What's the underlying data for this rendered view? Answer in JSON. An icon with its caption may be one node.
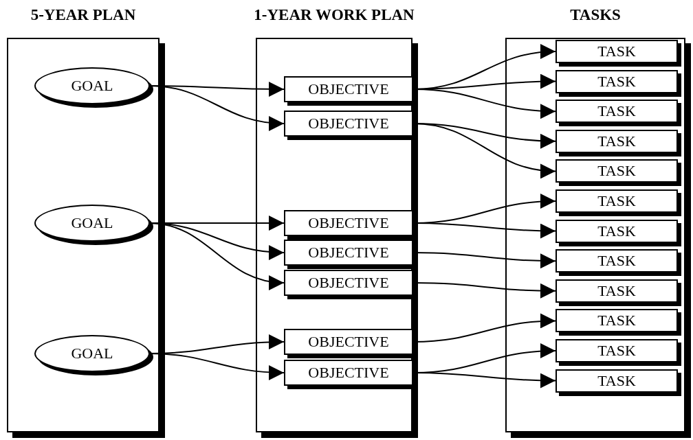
{
  "diagram": {
    "nodes": [
      {
        "text": [
          "5-YEAR PLAN"
        ]
      },
      {
        "text": [
          "GOAL"
        ],
        "in": 0
      },
      {
        "text": [
          "GOAL"
        ],
        "in": 0
      },
      {
        "text": [
          "GOAL"
        ],
        "in": 0
      },
      {
        "text": [
          "1-YEAR WORK PLAN"
        ]
      },
      {
        "text": [
          "OBJECTIVE"
        ],
        "in": 4
      },
      {
        "text": [
          "OBJECTIVE"
        ],
        "in": 4
      },
      {
        "text": [
          "OBJECTIVE"
        ],
        "in": 4
      },
      {
        "text": [
          "OBJECTIVE"
        ],
        "in": 4
      },
      {
        "text": [
          "OBJECTIVE"
        ],
        "in": 4
      },
      {
        "text": [
          "OBJECTIVE"
        ],
        "in": 4
      },
      {
        "text": [
          "OBJECTIVE"
        ],
        "in": 4
      },
      {
        "text": [
          "TASKS"
        ]
      },
      {
        "text": [
          "TASK"
        ],
        "in": 12
      },
      {
        "text": [
          "TASK"
        ],
        "in": 12
      },
      {
        "text": [
          "TASK"
        ],
        "in": 12
      },
      {
        "text": [
          "TASK"
        ],
        "in": 12
      },
      {
        "text": [
          "TASK"
        ],
        "in": 12
      },
      {
        "text": [
          "TASK"
        ],
        "in": 12
      },
      {
        "text": [
          "TASK"
        ],
        "in": 12
      },
      {
        "text": [
          "TASK"
        ],
        "in": 12
      },
      {
        "text": [
          "TASK"
        ],
        "in": 12
      },
      {
        "text": [
          "TASK"
        ],
        "in": 12
      },
      {
        "text": [
          "TASK"
        ],
        "in": 12
      },
      {
        "text": [
          "TASK"
        ],
        "in": 12
      }
    ],
    "edges": [
      {
        "from": 1,
        "to": 5,
        "arrow": "to"
      },
      {
        "from": 1,
        "to": 6,
        "arrow": "to"
      },
      {
        "from": 2,
        "to": 7,
        "arrow": "to"
      },
      {
        "from": 2,
        "to": 8,
        "arrow": "to"
      },
      {
        "from": 2,
        "to": 9,
        "arrow": "to"
      },
      {
        "from": 3,
        "to": 10,
        "arrow": "to"
      },
      {
        "from": 3,
        "to": 11,
        "arrow": "to"
      },
      {
        "from": 5,
        "to": 13,
        "arrow": "to"
      },
      {
        "from": 5,
        "to": 14,
        "arrow": "to"
      },
      {
        "from": 5,
        "to": 15,
        "arrow": "to"
      },
      {
        "from": 6,
        "to": 16,
        "arrow": "to"
      },
      {
        "from": 6,
        "to": 17,
        "arrow": "to"
      },
      {
        "from": 7,
        "to": 18,
        "arrow": "to"
      },
      {
        "from": 7,
        "to": 19,
        "arrow": "to"
      },
      {
        "from": 8,
        "to": 20,
        "arrow": "to"
      },
      {
        "from": 9,
        "to": 21,
        "arrow": "to"
      },
      {
        "from": 10,
        "to": 22,
        "arrow": "to"
      },
      {
        "from": 11,
        "to": 23,
        "arrow": "to"
      },
      {
        "from": 11,
        "to": 24,
        "arrow": "to"
      }
    ]
  }
}
